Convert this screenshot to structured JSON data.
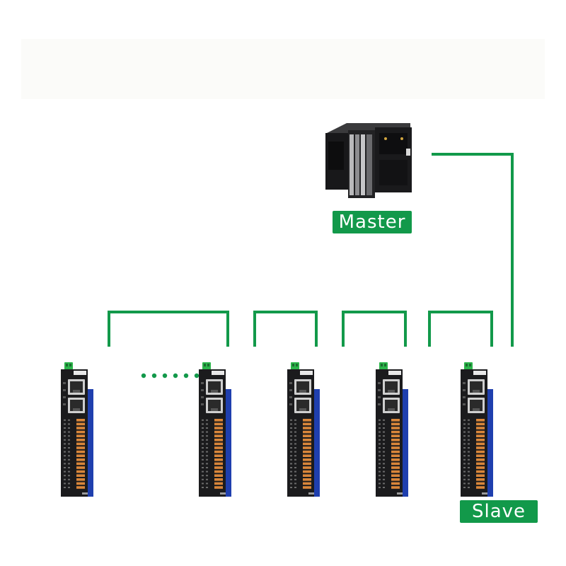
{
  "labels": {
    "master": "Master",
    "slave": "Slave"
  },
  "colors": {
    "wire": "#12994a",
    "label_bg": "#12994a",
    "label_text": "#ffffff",
    "device_body": "#1b1b1d",
    "device_side_panel": "#1f3fae",
    "terminal": "#d9863a",
    "connector_green": "#2bb44a"
  },
  "diagram": {
    "nodes": [
      {
        "id": "master",
        "role": "master",
        "icon": "plc-controller-icon"
      },
      {
        "id": "slave-1",
        "role": "slave",
        "icon": "io-module-icon"
      },
      {
        "id": "slave-2",
        "role": "slave",
        "icon": "io-module-icon"
      },
      {
        "id": "slave-3",
        "role": "slave",
        "icon": "io-module-icon"
      },
      {
        "id": "slave-4",
        "role": "slave",
        "icon": "io-module-icon"
      },
      {
        "id": "slave-5",
        "role": "slave",
        "icon": "io-module-icon"
      }
    ],
    "edges": [
      {
        "from": "master",
        "to": "slave-5"
      },
      {
        "from": "slave-5",
        "to": "slave-4"
      },
      {
        "from": "slave-4",
        "to": "slave-3"
      },
      {
        "from": "slave-3",
        "to": "slave-2"
      },
      {
        "from": "slave-2",
        "to": "slave-1",
        "style": "dotted-ellipsis"
      }
    ]
  }
}
